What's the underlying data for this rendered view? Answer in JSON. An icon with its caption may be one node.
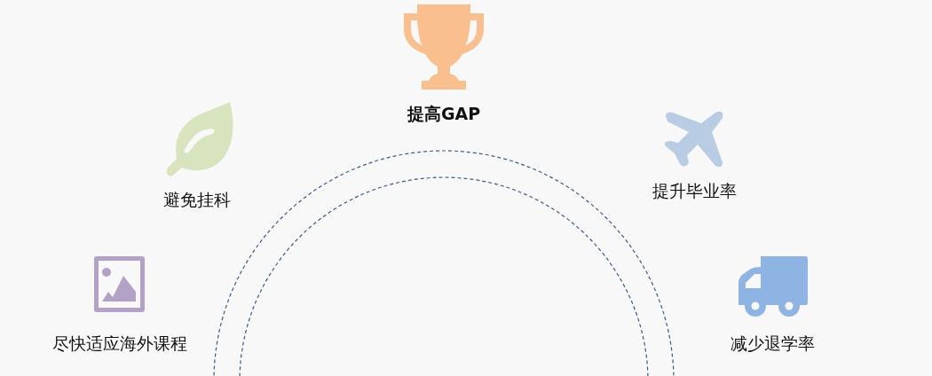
{
  "diagram": {
    "labels": [
      "提高GAP",
      "提升毕业率",
      "避免挂科",
      "尽快适应海外课程",
      "减少退学率"
    ]
  }
}
